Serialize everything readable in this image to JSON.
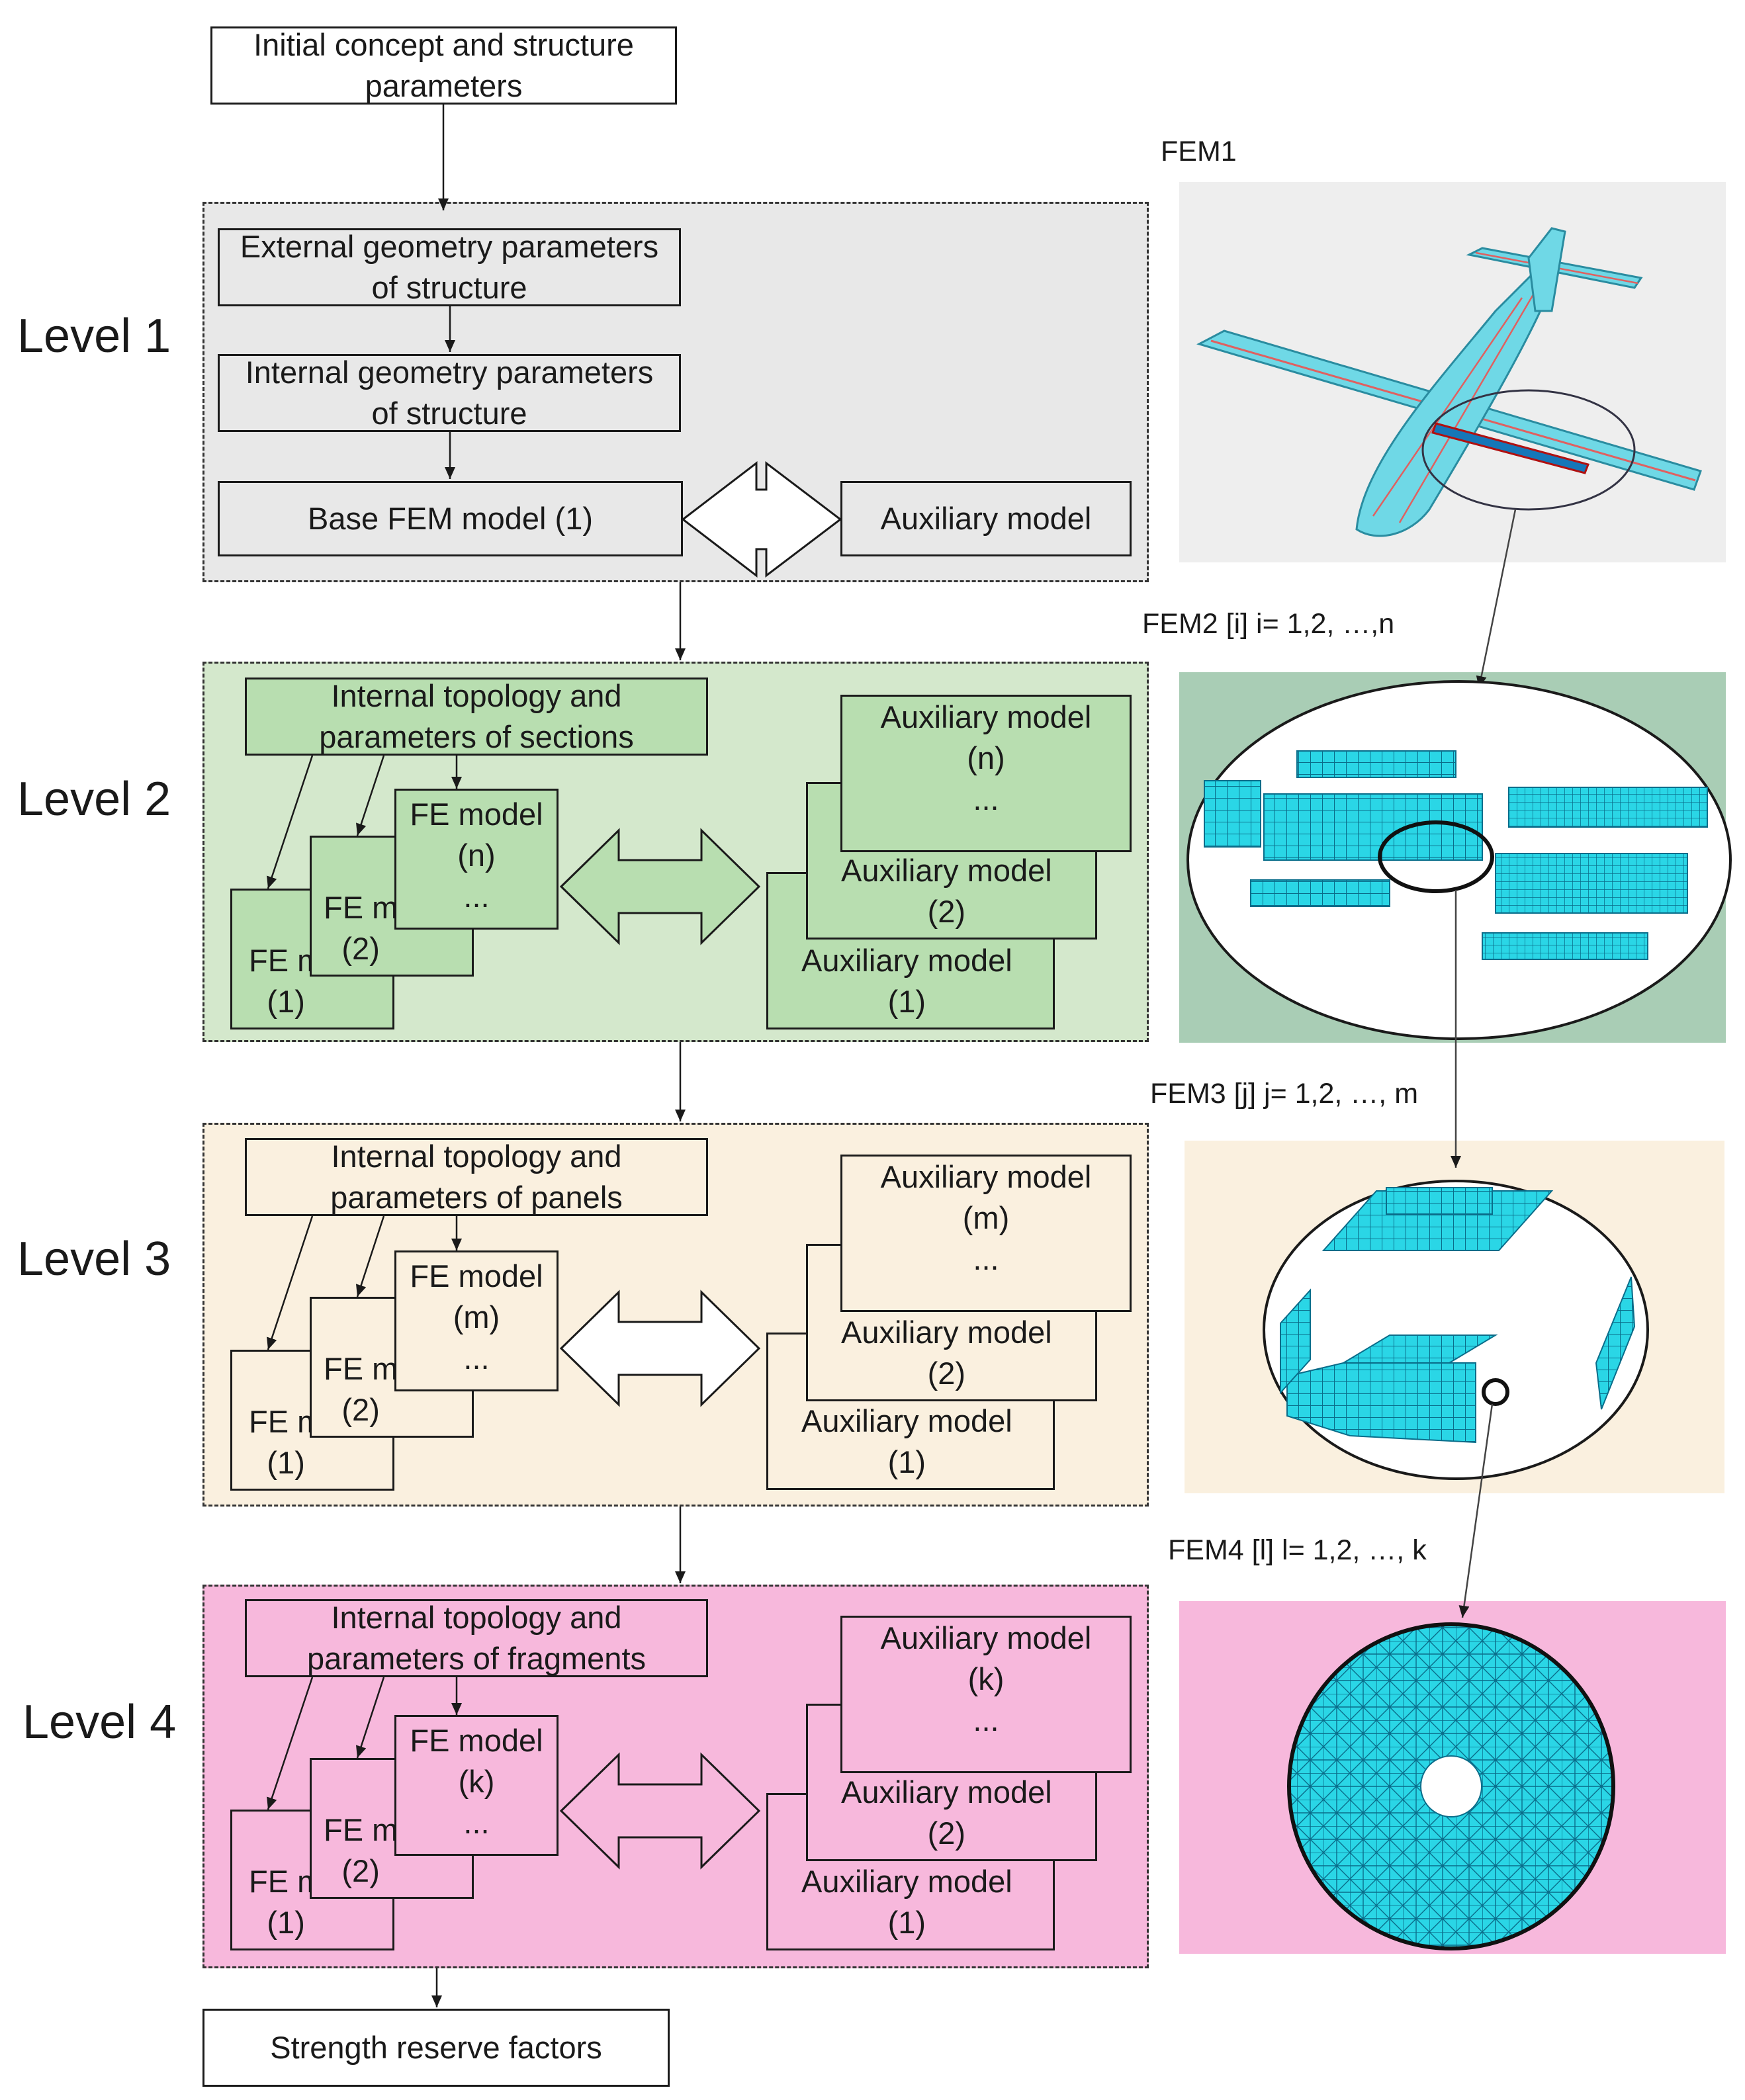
{
  "top": {
    "initial": "Initial concept and structure\nparameters",
    "result": "Strength reserve factors"
  },
  "levels": [
    {
      "label": "Level 1",
      "color": "#e8e8e8",
      "boxes": {
        "external": "External geometry parameters\nof structure",
        "internal": "Internal geometry parameters\nof structure",
        "base": "Base FEM model (1)",
        "aux": "Auxiliary model"
      },
      "fem_label": "FEM1"
    },
    {
      "label": "Level 2",
      "color": "#d4e8cc",
      "box_color": "#b8deb0",
      "topology": "Internal topology and\nparameters of sections",
      "fe_models": [
        "FE model\n(n)\n...",
        "FE m\n(2)",
        "FE m\n(1)"
      ],
      "aux_models": [
        "Auxiliary model\n(n)\n...",
        "Auxiliary model\n(2)",
        "Auxiliary model\n(1)"
      ],
      "fem_label": "FEM2 [i] i= 1,2, …,n",
      "image_bg": "#a9cdb5"
    },
    {
      "label": "Level 3",
      "color": "#faf0df",
      "box_color": "#faf0df",
      "topology": "Internal topology and\nparameters of panels",
      "fe_models": [
        "FE model\n(m)\n...",
        "FE m\n(2)",
        "FE m\n(1)"
      ],
      "aux_models": [
        "Auxiliary model\n(m)\n...",
        "Auxiliary model\n(2)",
        "Auxiliary model\n(1)"
      ],
      "fem_label": "FEM3 [j]  j= 1,2, …, m",
      "image_bg": "#faf0df"
    },
    {
      "label": "Level 4",
      "color": "#f7b8dc",
      "box_color": "#f7b8dc",
      "topology": "Internal topology and\nparameters of fragments",
      "fe_models": [
        "FE model\n(k)\n...",
        "FE m\n(2)",
        "FE m\n(1)"
      ],
      "aux_models": [
        "Auxiliary model\n(k)\n...",
        "Auxiliary model\n(2)",
        "Auxiliary model\n(1)"
      ],
      "fem_label": "FEM4 [l] l= 1,2, …, k",
      "image_bg": "#f7b8dc"
    }
  ],
  "colors": {
    "mesh_cyan": "#2ad6e6",
    "mesh_line": "#0a6d8a",
    "level1_image_bg": "#eeeeee"
  }
}
